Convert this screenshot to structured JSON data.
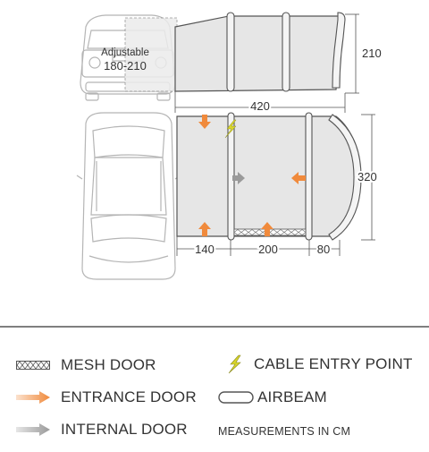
{
  "top_view": {
    "adjustable_label": "Adjustable",
    "adjustable_range": "180-210",
    "height_label": "210",
    "length_label": "420"
  },
  "floor_plan": {
    "depth_label": "320",
    "seg_left": "140",
    "seg_mid": "200",
    "seg_right": "80"
  },
  "legend": {
    "mesh_door": "MESH DOOR",
    "cable_entry": "CABLE ENTRY POINT",
    "entrance_door": "ENTRANCE DOOR",
    "airbeam": "AIRBEAM",
    "internal_door": "INTERNAL DOOR",
    "measurements": "MEASUREMENTS IN CM"
  },
  "colors": {
    "entrance_arrow": "#f08a3c",
    "internal_arrow": "#9a9a9a",
    "cable_bolt": "#d9d62b",
    "tent_fill": "#e6e6e6",
    "line": "#555555"
  }
}
